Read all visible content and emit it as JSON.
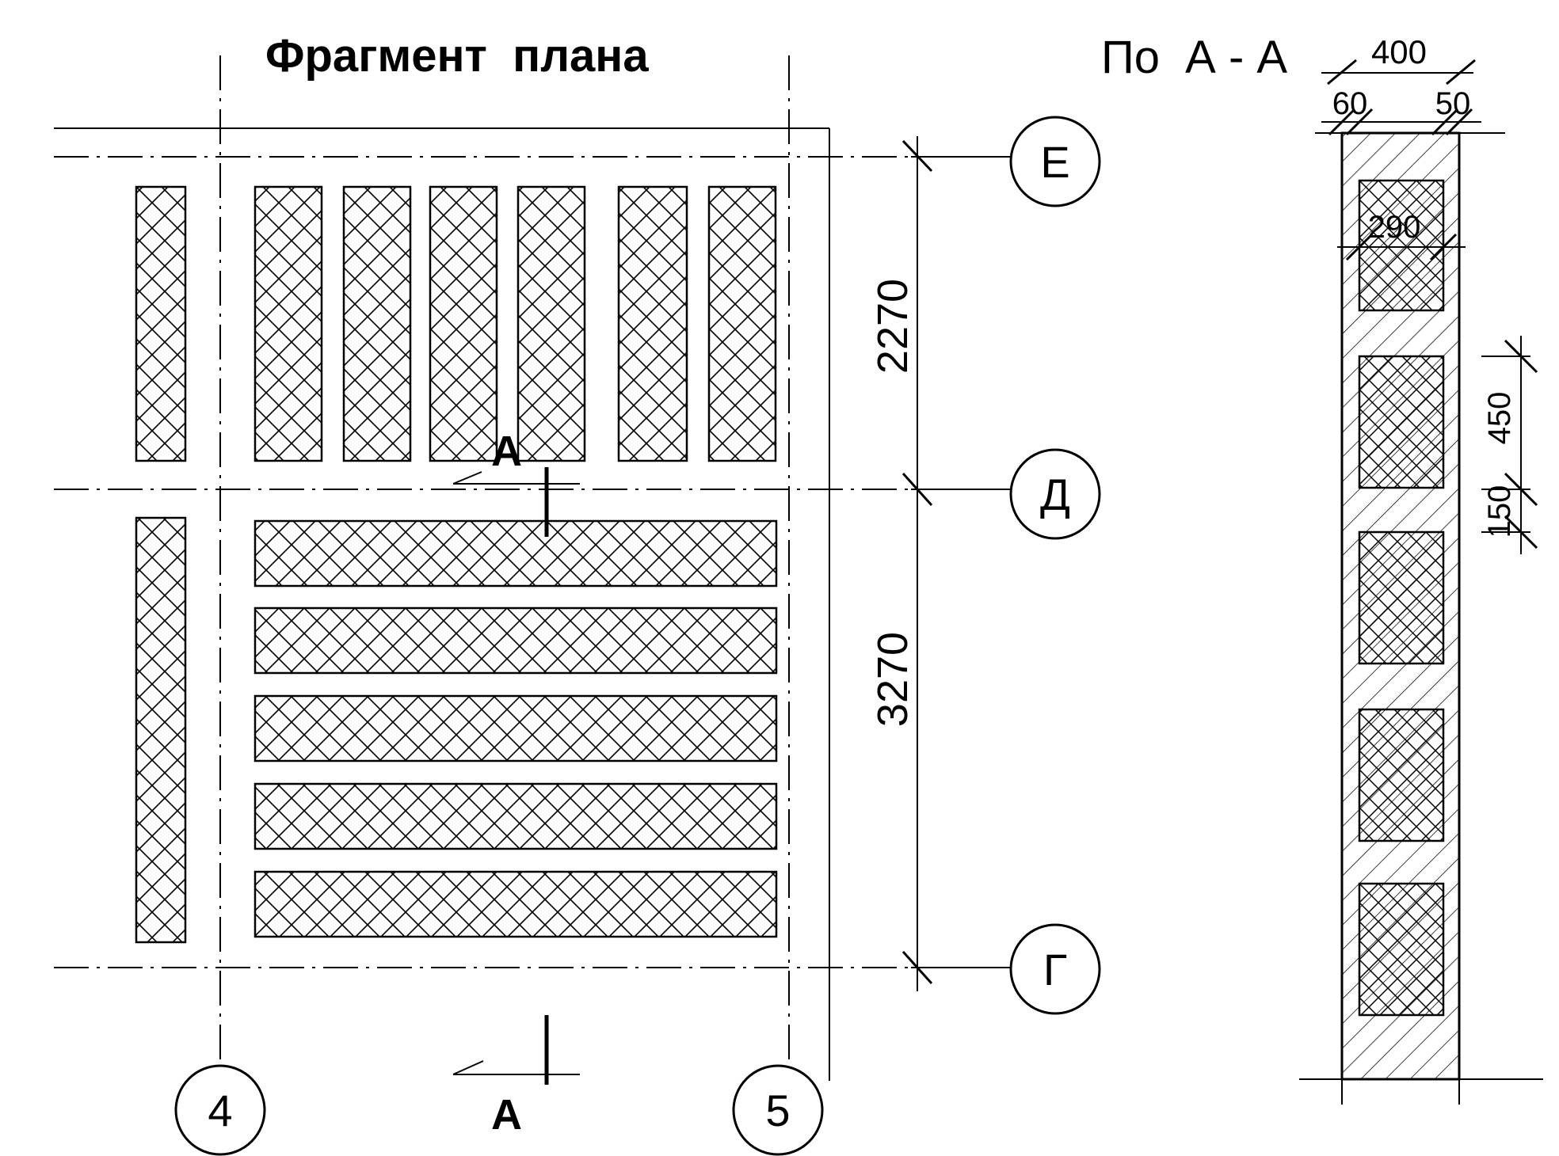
{
  "titles": {
    "plan": "Фрагмент  плана",
    "section": "По  А - А"
  },
  "grid_axes": {
    "vertical": [
      "4",
      "5"
    ],
    "horizontal": [
      "Е",
      "Д",
      "Г"
    ]
  },
  "section_marks": {
    "top": "А",
    "bottom": "А"
  },
  "plan_dimensions": {
    "upper": "2270",
    "lower": "3270"
  },
  "section_dimensions": {
    "total_width": "400",
    "left_offset": "60",
    "right_offset": "50",
    "block_width": "290",
    "block_height": "450",
    "gap": "150"
  },
  "colors": {
    "line": "#000000",
    "background": "#ffffff"
  }
}
